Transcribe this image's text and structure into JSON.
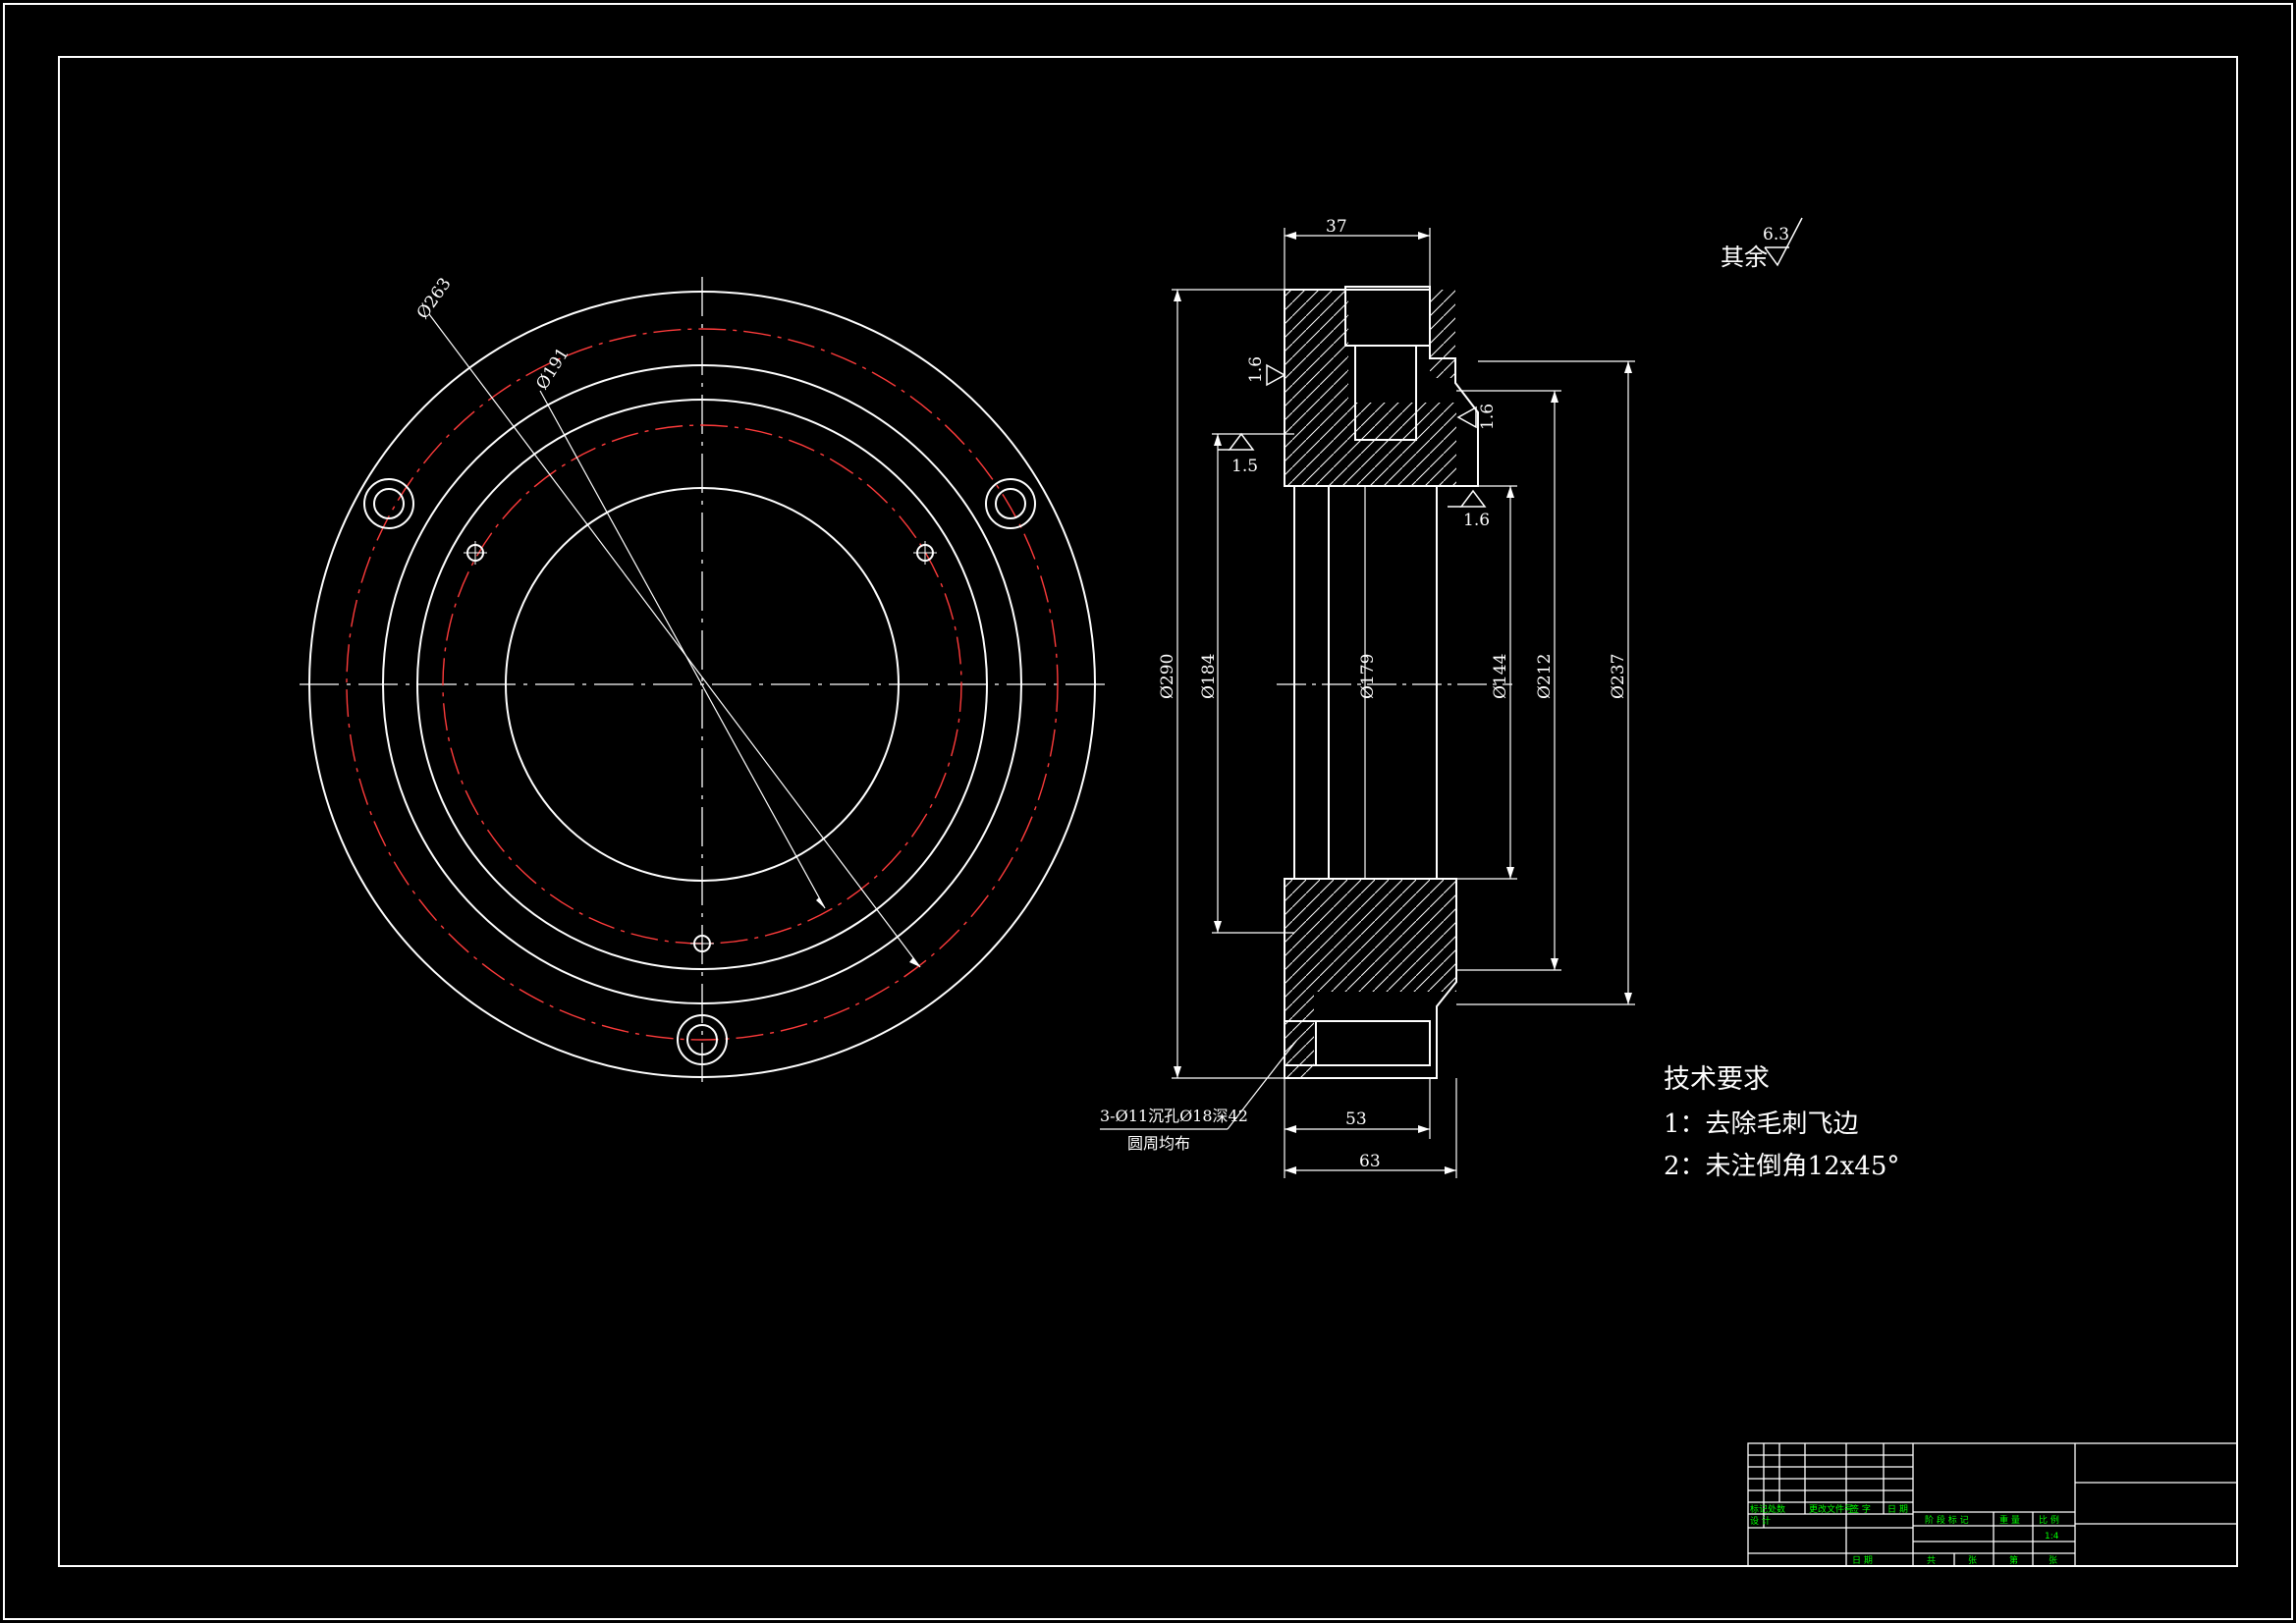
{
  "front_view": {
    "dims": {
      "pcd_outer": "Ø263",
      "pcd_inner": "Ø191"
    }
  },
  "section_view": {
    "dims": {
      "top_width": "37",
      "d_outer": "Ø290",
      "d_184": "Ø184",
      "d_179": "Ø179",
      "d_144": "Ø144",
      "d_212": "Ø212",
      "d_237": "Ø237",
      "bottom_53": "53",
      "bottom_63": "63"
    },
    "roughness": {
      "left_top": "1.6",
      "left_mid": "1.5",
      "right_top": "1.6",
      "right_mid": "1.6"
    },
    "hole_note": {
      "line1": "3-Ø11沉孔Ø18深42",
      "line2": "圆周均布"
    }
  },
  "surface_finish": {
    "prefix": "其余",
    "value": "6.3"
  },
  "tech_requirements": {
    "title": "技术要求",
    "items": [
      "1：去除毛刺飞边",
      "2：未注倒角12x45°"
    ]
  },
  "title_block": {
    "row_labels": [
      "标记",
      "处数",
      "更改文件号",
      "签 字",
      "日 期"
    ],
    "design_label": "设 计",
    "stage_label": "阶 段 标 记",
    "weight_label": "重 量",
    "scale_label": "比 例",
    "scale_value": "1:4",
    "date_label": "日 期",
    "sheet_labels": [
      "共",
      "张",
      "第",
      "张"
    ]
  },
  "colors": {
    "line": "#ffffff",
    "center": "#ff3b3b",
    "block_text": "#00ff00",
    "background": "#000000"
  }
}
